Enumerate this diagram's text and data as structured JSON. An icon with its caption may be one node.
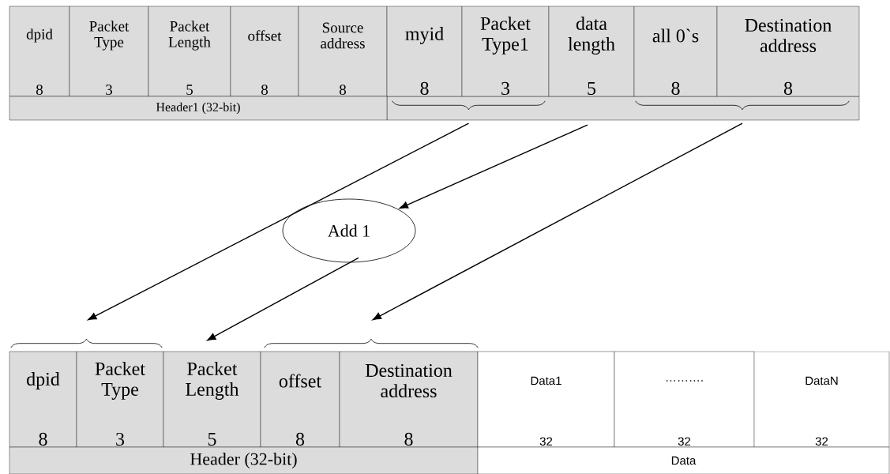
{
  "diagram": {
    "nodes": [
      {
        "text": [
          "dpid",
          "8"
        ]
      },
      {
        "text": [
          "Packet Type",
          "3"
        ]
      },
      {
        "text": [
          "Packet Length",
          "5"
        ]
      },
      {
        "text": [
          "offset",
          "8"
        ]
      },
      {
        "text": [
          "Source address",
          "8"
        ]
      },
      {
        "text": [
          "myid",
          "8"
        ]
      },
      {
        "text": [
          "Packet Type1",
          "3"
        ]
      },
      {
        "text": [
          "data length",
          "5"
        ]
      },
      {
        "text": [
          "all 0`s",
          "8"
        ]
      },
      {
        "text": [
          "Destination address",
          "8"
        ]
      },
      {
        "text": [
          "Header1 (32-bit)"
        ]
      },
      {
        "text": [],
        "shape": "brace"
      },
      {
        "text": [],
        "shape": "brace"
      },
      {
        "text": [
          "Add 1"
        ]
      },
      {
        "text": [],
        "shape": "brace"
      },
      {
        "text": [],
        "shape": "brace"
      },
      {
        "text": [
          "dpid",
          "8"
        ]
      },
      {
        "text": [
          "Packet Type",
          "3"
        ]
      },
      {
        "text": [
          "Packet Length",
          "5"
        ]
      },
      {
        "text": [
          "offset",
          "8"
        ]
      },
      {
        "text": [
          "Destination address",
          "8"
        ]
      },
      {
        "text": [
          "Data1",
          "32"
        ]
      },
      {
        "text": [
          "……….",
          "32"
        ]
      },
      {
        "text": [
          "DataN",
          "32"
        ]
      },
      {
        "text": [
          "Header (32-bit)"
        ]
      },
      {
        "text": [
          "Data"
        ]
      }
    ],
    "edges": [
      {
        "from": 11,
        "to": 14,
        "arrow": "to"
      },
      {
        "from": 7,
        "to": 13,
        "arrow": "to"
      },
      {
        "from": 13,
        "to": 18,
        "arrow": "to"
      },
      {
        "from": 12,
        "to": 15,
        "arrow": "to"
      }
    ]
  }
}
